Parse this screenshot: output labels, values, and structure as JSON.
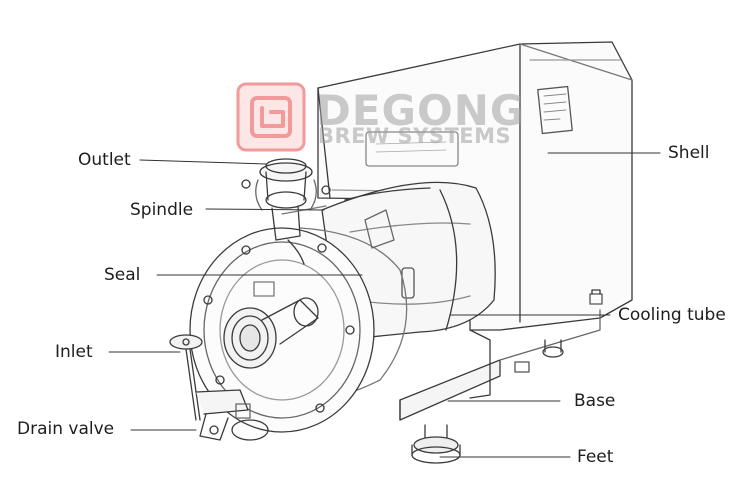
{
  "watermark": {
    "name": "DEGONG",
    "subtitle": "BREW SYSTEMS",
    "logo_color": "#f29a9a",
    "text_color": "#a0a0a0"
  },
  "labels": {
    "outlet": "Outlet",
    "spindle": "Spindle",
    "seal": "Seal",
    "inlet": "Inlet",
    "drain_valve": "Drain valve",
    "shell": "Shell",
    "cooling_tube": "Cooling tube",
    "base": "Base",
    "feet": "Feet"
  },
  "colors": {
    "line_art": "#3a3a3a",
    "label_text": "#1e1e1e",
    "leader_line": "#333333"
  }
}
